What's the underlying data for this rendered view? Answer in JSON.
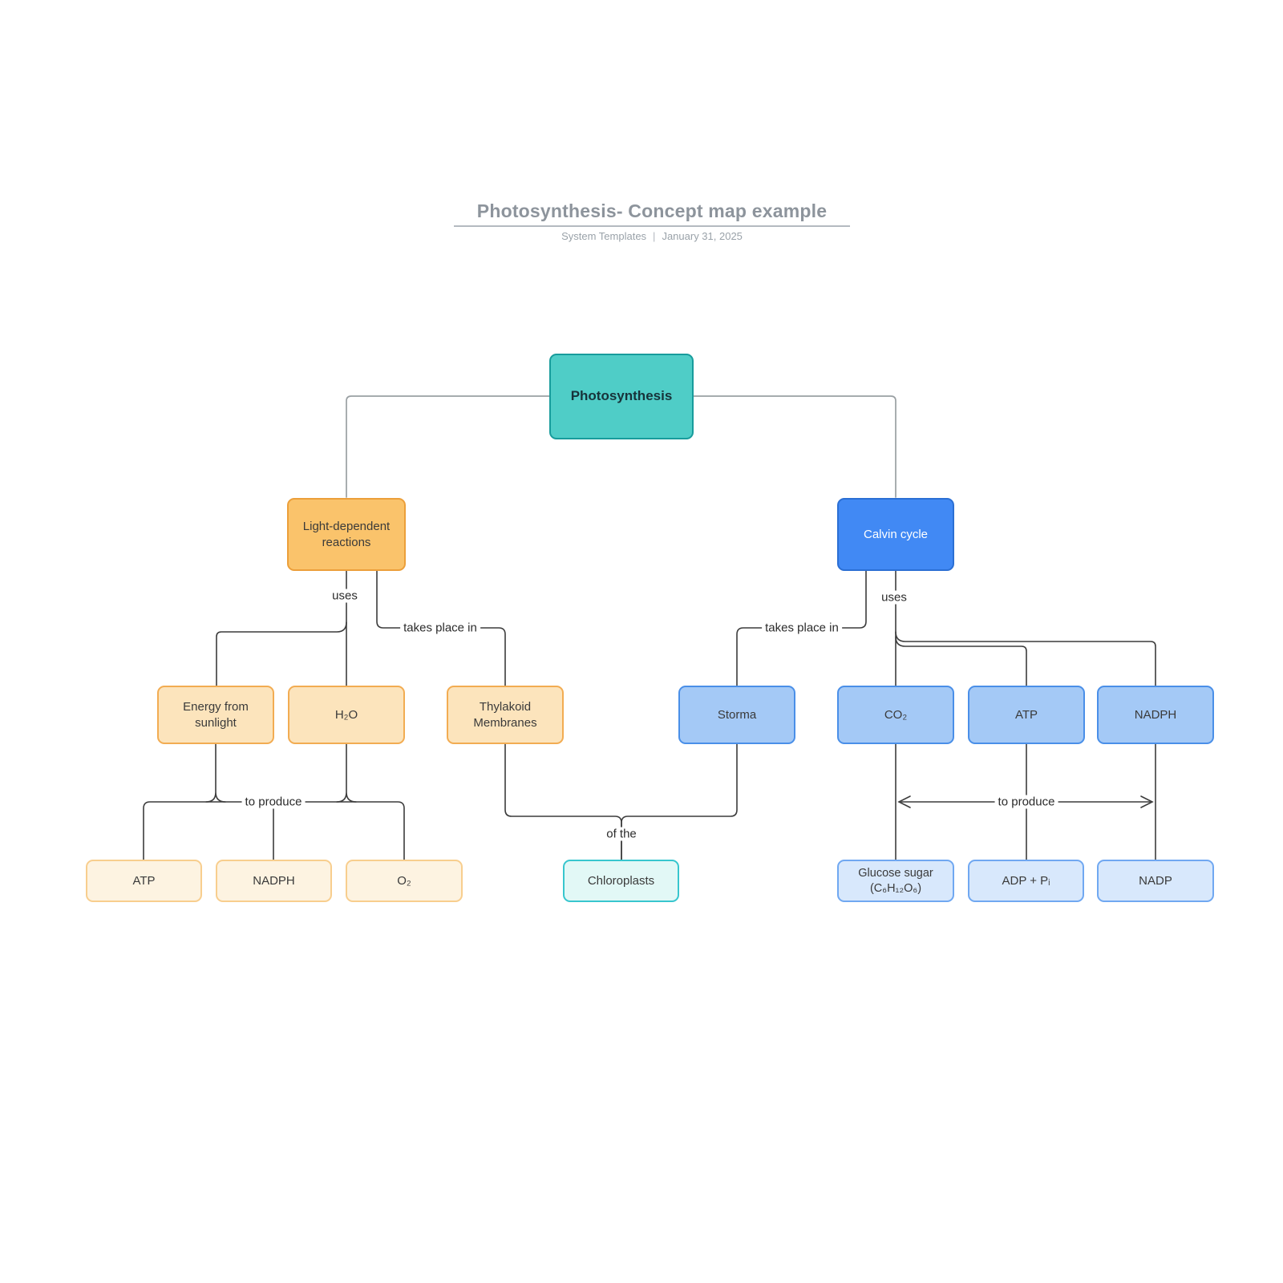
{
  "header": {
    "title": "Photosynthesis- Concept map example",
    "author": "System Templates",
    "separator": "|",
    "date": "January 31, 2025"
  },
  "palette": {
    "root_teal_fill": "#4fcdc7",
    "root_teal_border": "#189c9c",
    "orange_fill": "#fac36b",
    "orange_border": "#ec9f3a",
    "blue_fill": "#4189f4",
    "blue_border": "#2b6fd4",
    "light_orange_fill": "#fce4bc",
    "light_blue_fill": "#a4c9f6",
    "cream_fill": "#fdf3e1",
    "pale_teal_fill": "#e2f8f6",
    "pale_blue_fill": "#d8e8fc",
    "connector_dark": "#3c3c3c",
    "connector_gray": "#9aa0a3"
  },
  "nodes": {
    "root": {
      "label": "Photosynthesis"
    },
    "light_reactions": {
      "label": "Light-dependent reactions"
    },
    "calvin_cycle": {
      "label": "Calvin cycle"
    },
    "energy_sunlight": {
      "label": "Energy from sunlight"
    },
    "h2o": {
      "label": "H₂O"
    },
    "thylakoid": {
      "label": "Thylakoid Membranes"
    },
    "storma": {
      "label": "Storma"
    },
    "co2": {
      "label": "CO₂"
    },
    "atp_in": {
      "label": "ATP"
    },
    "nadph_in": {
      "label": "NADPH"
    },
    "atp_out": {
      "label": "ATP"
    },
    "nadph_out": {
      "label": "NADPH"
    },
    "o2": {
      "label": "O₂"
    },
    "chloroplasts": {
      "label": "Chloroplasts"
    },
    "glucose": {
      "label": "Glucose sugar (C₆H₁₂O₆)"
    },
    "adp_pi": {
      "label": "ADP + Pᵢ"
    },
    "nadp": {
      "label": "NADP"
    }
  },
  "edge_labels": {
    "uses_left": "uses",
    "takes_place_in_left": "takes place in",
    "to_produce_left": "to produce",
    "of_the": "of the",
    "uses_right": "uses",
    "takes_place_in_right": "takes place in",
    "to_produce_right": "to produce"
  }
}
